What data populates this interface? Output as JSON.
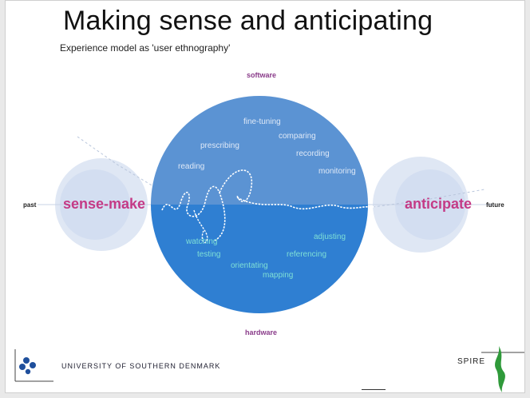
{
  "slide": {
    "title": "Making sense and anticipating",
    "subtitle": "Experience model as 'user ethnography'"
  },
  "diagram": {
    "top_label": "software",
    "bottom_label": "hardware",
    "left_axis_label": "past",
    "right_axis_label": "future",
    "left_focus": "sense-make",
    "right_focus": "anticipate",
    "upper_activities": [
      "fine-tuning",
      "comparing",
      "prescribing",
      "recording",
      "reading",
      "monitoring"
    ],
    "lower_activities": [
      "adjusting",
      "watching",
      "testing",
      "referencing",
      "orientating",
      "mapping"
    ],
    "colors": {
      "upper_half": "#5b93d3",
      "lower_half": "#2f7fd2",
      "side_circles": "#d8e2f2",
      "focus_text": "#c43a86",
      "axis_labels": "#8a3c8a"
    }
  },
  "footer": {
    "university": "UNIVERSITY OF SOUTHERN DENMARK",
    "project": "SPIRE"
  }
}
